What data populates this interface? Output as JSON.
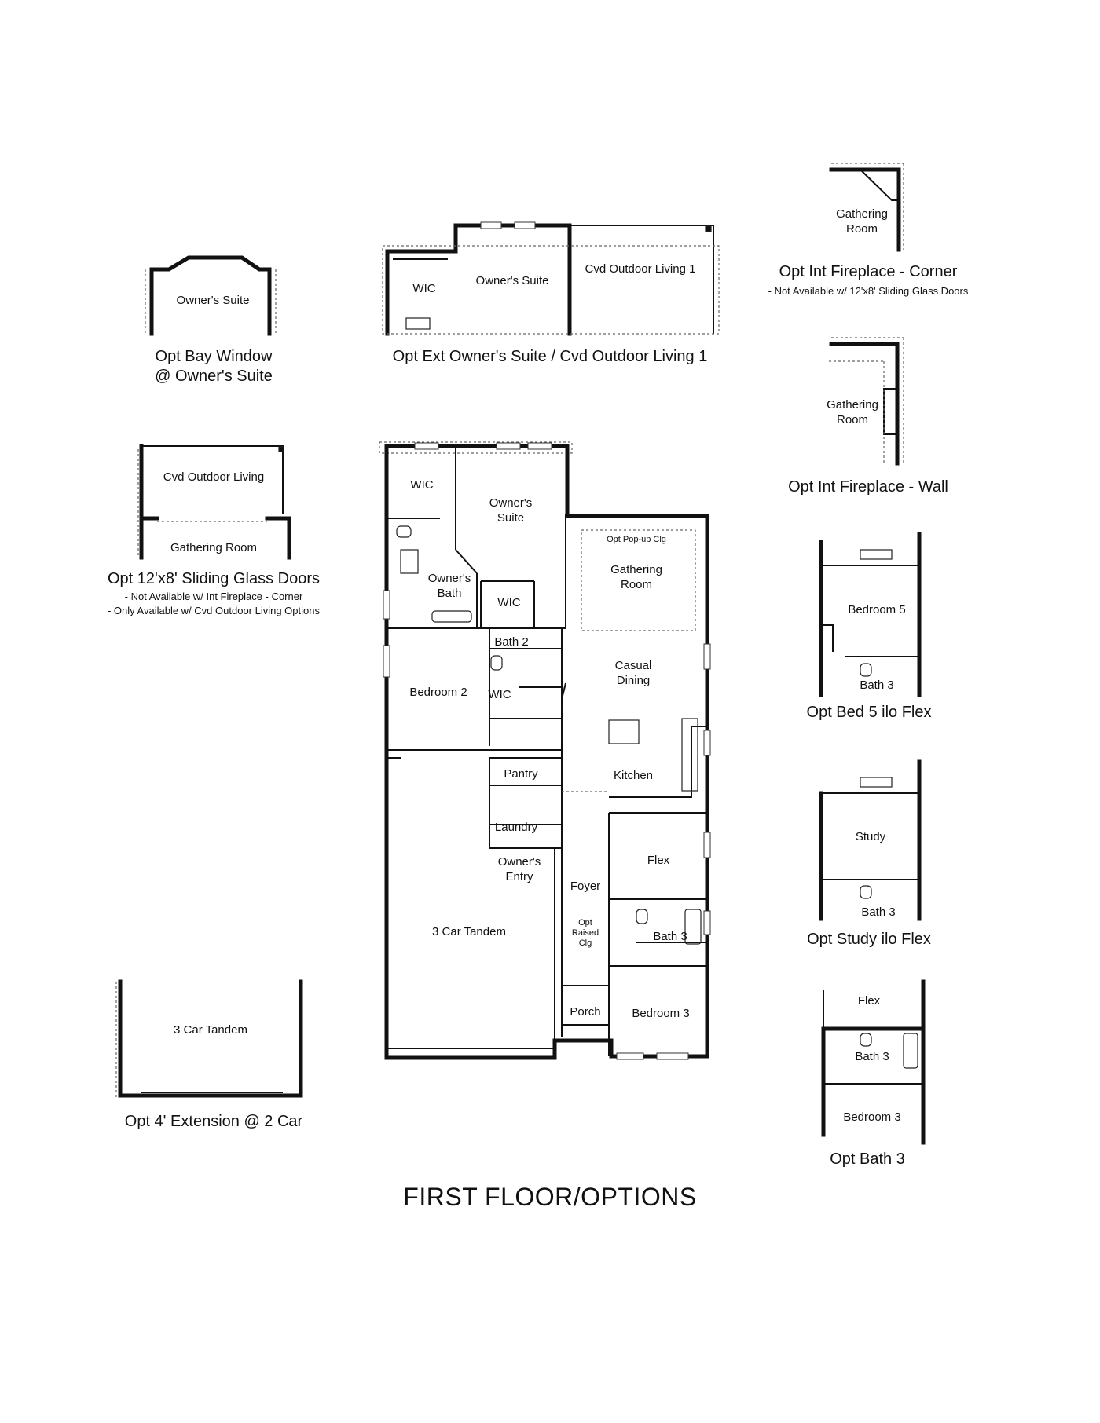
{
  "title": "FIRST FLOOR/OPTIONS",
  "main_plan": {
    "rooms": {
      "wic_top": "WIC",
      "owners_suite": "Owner's\nSuite",
      "owners_bath": "Owner's\nBath",
      "wic_mid": "WIC",
      "bath_2": "Bath 2",
      "opt_popup": "Opt Pop-up Clg",
      "gathering_room": "Gathering\nRoom",
      "casual_dining": "Casual\nDining",
      "bedroom_2": "Bedroom 2",
      "wic_bed2": "WIC",
      "kitchen": "Kitchen",
      "pantry": "Pantry",
      "laundry": "Laundry",
      "owners_entry": "Owner's\nEntry",
      "foyer": "Foyer",
      "opt_raised": "Opt\nRaised\nClg",
      "flex": "Flex",
      "bath_3": "Bath 3",
      "garage": "3 Car Tandem",
      "porch": "Porch",
      "bedroom_3": "Bedroom 3"
    }
  },
  "options": {
    "bay_window": {
      "room": "Owner's Suite",
      "caption": "Opt Bay Window\n@ Owner's Suite"
    },
    "ext_owners_suite": {
      "wic": "WIC",
      "suite": "Owner's Suite",
      "outdoor": "Cvd Outdoor Living 1",
      "caption": "Opt Ext Owner's Suite / Cvd Outdoor Living 1"
    },
    "fireplace_corner": {
      "room": "Gathering\nRoom",
      "caption": "Opt Int Fireplace - Corner",
      "note": "- Not Available w/ 12'x8' Sliding Glass Doors"
    },
    "fireplace_wall": {
      "room": "Gathering\nRoom",
      "caption": "Opt Int Fireplace - Wall"
    },
    "sliding_doors": {
      "outdoor": "Cvd Outdoor Living",
      "room": "Gathering Room",
      "caption": "Opt 12'x8' Sliding Glass Doors",
      "notes": [
        "- Not Available w/ Int Fireplace - Corner",
        "- Only Available w/ Cvd Outdoor Living Options"
      ]
    },
    "bed5": {
      "bedroom": "Bedroom 5",
      "bath": "Bath 3",
      "caption": "Opt Bed 5 ilo Flex"
    },
    "study": {
      "room": "Study",
      "bath": "Bath 3",
      "caption": "Opt Study ilo Flex"
    },
    "garage_ext": {
      "room": "3 Car Tandem",
      "caption": "Opt 4' Extension @ 2 Car"
    },
    "bath3": {
      "flex": "Flex",
      "bath": "Bath 3",
      "bedroom": "Bedroom 3",
      "caption": "Opt Bath 3"
    }
  }
}
